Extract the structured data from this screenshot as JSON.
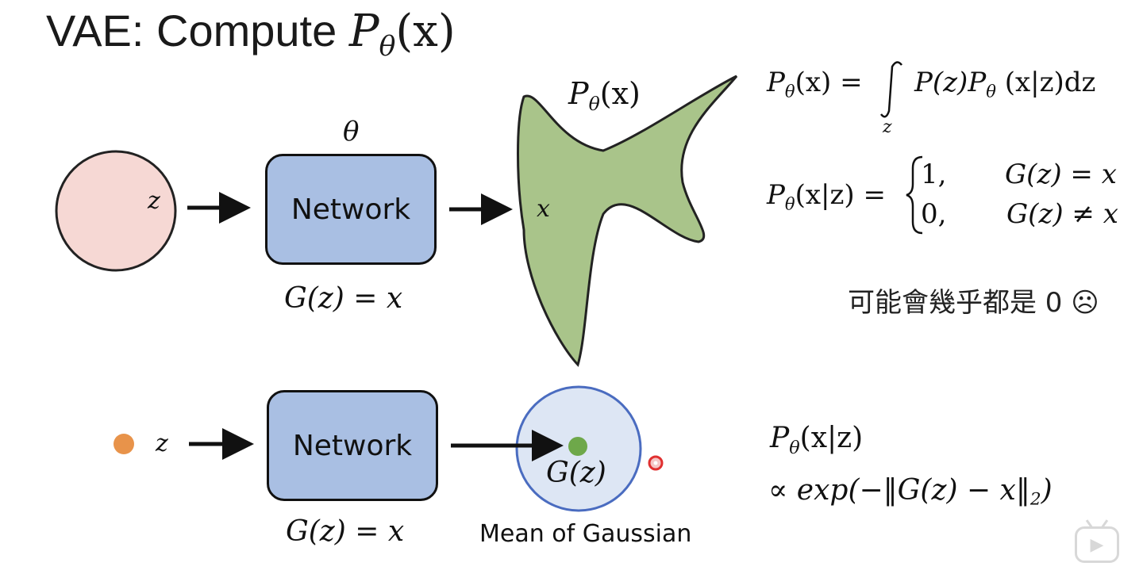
{
  "title": {
    "text": "VAE: Compute ",
    "math_p": "P",
    "math_sub": "θ",
    "math_arg": "(x)"
  },
  "top_row": {
    "z_label": "z",
    "theta_label": "θ",
    "network_label": "Network",
    "gz_eq": "G(z) = x",
    "x_label": "x",
    "dist_label_p": "P",
    "dist_label_sub": "θ",
    "dist_label_arg": "(x)"
  },
  "bottom_row": {
    "z_label": "z",
    "network_label": "Network",
    "gz_eq": "G(z) = x",
    "gz_point_label": "G(z)",
    "caption": "Mean of Gaussian"
  },
  "formulas": {
    "integral": {
      "lhs_p": "P",
      "lhs_sub": "θ",
      "lhs_arg": "(x) =",
      "integrand_a": "P(z)P",
      "integrand_sub": "θ",
      "integrand_b": " (x|z)dz",
      "lower_limit": "z"
    },
    "piecewise": {
      "lhs_p": "P",
      "lhs_sub": "θ",
      "lhs_arg": "(x|z) =",
      "case1_val": "1,",
      "case1_cond": "G(z) = x",
      "case2_val": "0,",
      "case2_cond": "G(z) ≠ x"
    },
    "gaussian": {
      "line1_p": "P",
      "line1_sub": "θ",
      "line1_arg": "(x|z)",
      "line2": "∝ exp(−‖G(z) − x‖",
      "line2_sub": "2",
      "line2_end": ")"
    }
  },
  "note": "可能會幾乎都是 0 ☹",
  "colors": {
    "latent_circle": "#f6d8d4",
    "network_fill": "#a9bfe3",
    "distribution_fill": "#a9c48a",
    "gaussian_fill": "#dde6f4",
    "gaussian_border": "#4a6cc0",
    "z_point": "#e8934a",
    "gz_point": "#6ea84a",
    "cursor_dot": "#e03030"
  },
  "icons": {
    "play": "play-icon",
    "cursor": "cursor-dot-icon"
  }
}
